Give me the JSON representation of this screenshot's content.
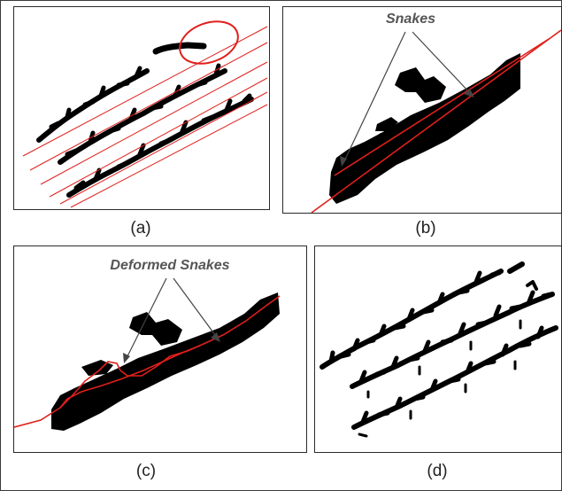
{
  "figure": {
    "panels": [
      {
        "id": "a",
        "caption": "(a)",
        "annotation": ""
      },
      {
        "id": "b",
        "caption": "(b)",
        "annotation": "Snakes"
      },
      {
        "id": "c",
        "caption": "(c)",
        "annotation": "Deformed Snakes"
      },
      {
        "id": "d",
        "caption": "(d)",
        "annotation": ""
      }
    ]
  },
  "colors": {
    "ink": "#000000",
    "snake": "#e0201c",
    "arrow": "#444444",
    "label": "#555555",
    "frame": "#2a2a2a"
  }
}
